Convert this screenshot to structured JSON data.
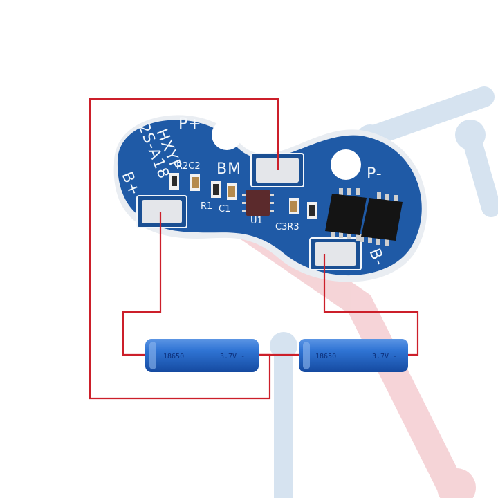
{
  "board": {
    "model_lines": [
      "HXYP",
      "2S-A18"
    ],
    "pad_labels": {
      "p_plus": "P+",
      "p_minus": "P-",
      "b_plus": "B+",
      "b_minus": "B-",
      "bm": "BM"
    },
    "component_labels": {
      "r2c2": "R2C2",
      "r1": "R1",
      "c1": "C1",
      "u1": "U1",
      "c3r3": "C3R3"
    }
  },
  "batteries": [
    {
      "model": "18650",
      "voltage": "3.7V -"
    },
    {
      "model": "18650",
      "voltage": "3.7V -"
    }
  ],
  "colors": {
    "pcb": "#1f5aa6",
    "wire": "#cc1f2a",
    "battery": "#2469c9",
    "pad": "#e4e6ea",
    "watermark_red": "#f2c9cd",
    "watermark_blue": "#c7d9ec"
  }
}
